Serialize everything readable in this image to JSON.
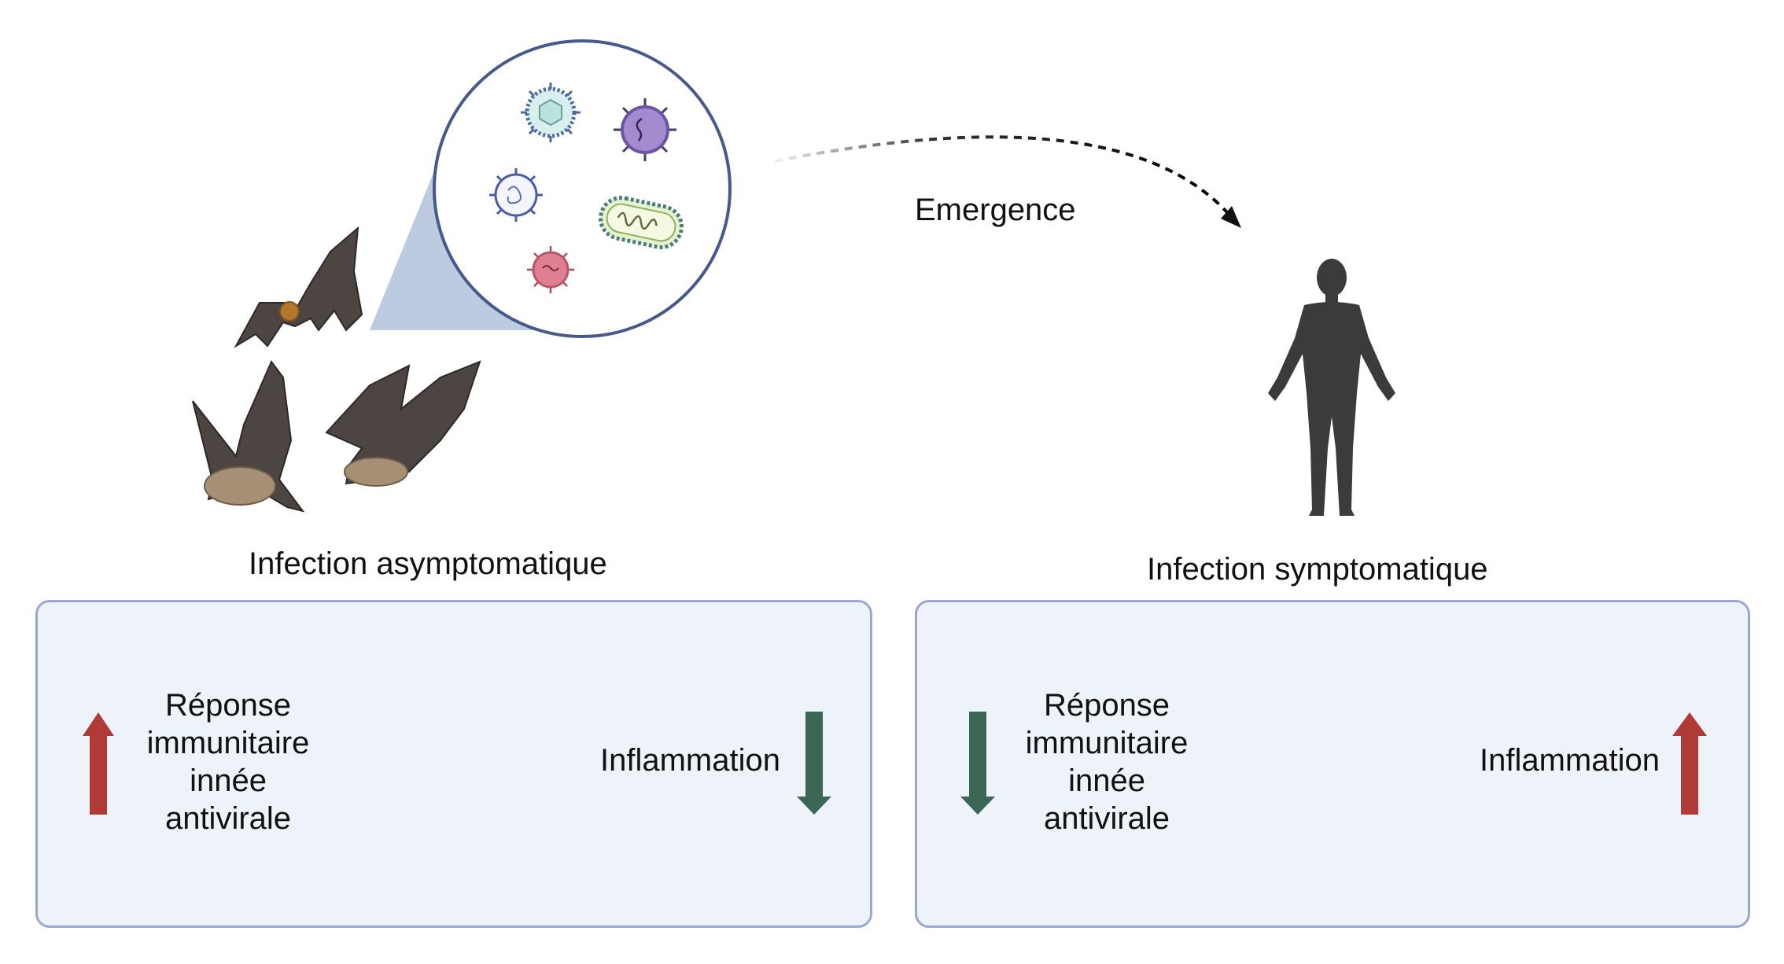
{
  "emergence_label": "Emergence",
  "left_panel": {
    "title": "Infection asymptomatique",
    "response_lines": [
      "Réponse",
      "immunitaire",
      "innée",
      "antivirale"
    ],
    "inflammation_label": "Inflammation",
    "response_direction": "up",
    "inflammation_direction": "down"
  },
  "right_panel": {
    "title": "Infection symptomatique",
    "response_lines": [
      "Réponse",
      "immunitaire",
      "innée",
      "antivirale"
    ],
    "inflammation_label": "Inflammation",
    "response_direction": "down",
    "inflammation_direction": "up"
  },
  "colors": {
    "up_arrow": "#b03a35",
    "down_arrow": "#3c6656",
    "panel_fill": "#eef3fa",
    "panel_border": "#9aa8cf",
    "scale": "#3f4042",
    "human": "#3a3b3d",
    "bat": "#4d4542"
  },
  "icons": [
    "bat-icon",
    "virus-icon",
    "bacterium-icon",
    "human-icon",
    "balance-scale-icon",
    "arrow-up-icon",
    "arrow-down-icon"
  ]
}
